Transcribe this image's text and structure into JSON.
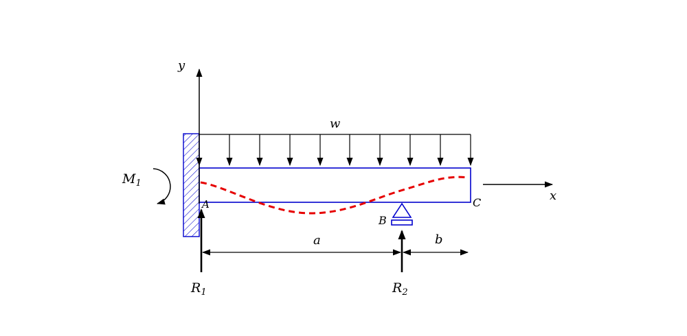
{
  "diagram": {
    "kind": "propped-cantilever-beam-with-uniform-load",
    "axis": {
      "y": "y",
      "x": "x"
    },
    "load_label": "w",
    "moment": {
      "base": "M",
      "sub": "1"
    },
    "points": {
      "a": "A",
      "b": "B",
      "c": "C"
    },
    "dims": {
      "a": "a",
      "b": "b"
    },
    "reactions": {
      "r1": {
        "base": "R",
        "sub": "1"
      },
      "r2": {
        "base": "R",
        "sub": "2"
      }
    },
    "colors": {
      "beam": "#0000cd",
      "deflection": "#e60000",
      "ink": "#000000"
    }
  }
}
